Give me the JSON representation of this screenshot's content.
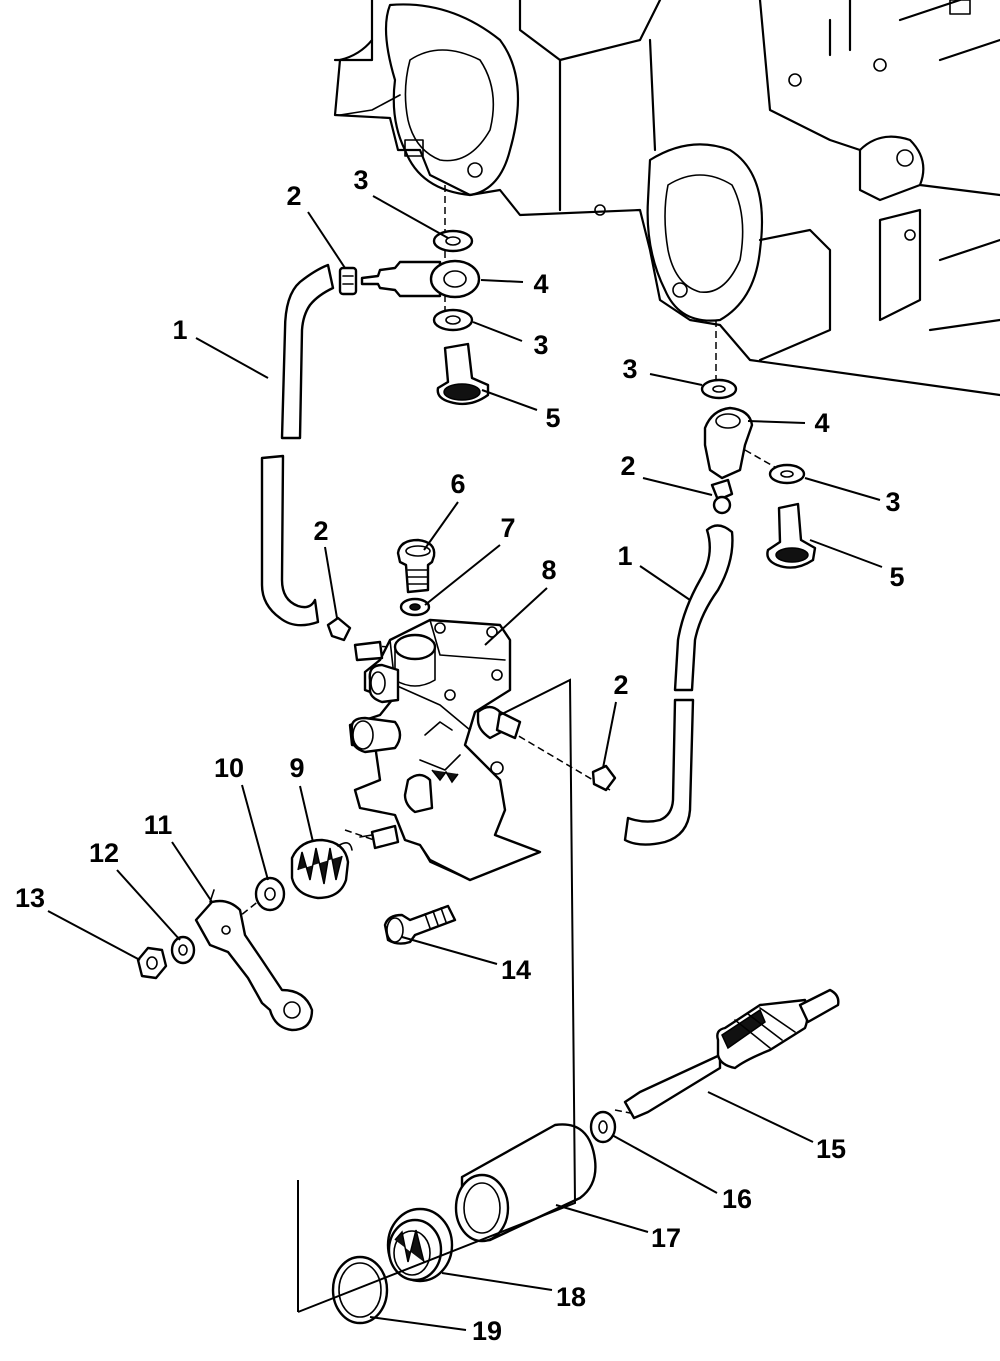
{
  "callouts": [
    {
      "id": "c1a",
      "text": "1"
    },
    {
      "id": "c1b",
      "text": "1"
    },
    {
      "id": "c2a",
      "text": "2"
    },
    {
      "id": "c2b",
      "text": "2"
    },
    {
      "id": "c2c",
      "text": "2"
    },
    {
      "id": "c2d",
      "text": "2"
    },
    {
      "id": "c3a",
      "text": "3"
    },
    {
      "id": "c3b",
      "text": "3"
    },
    {
      "id": "c3c",
      "text": "3"
    },
    {
      "id": "c3d",
      "text": "3"
    },
    {
      "id": "c4a",
      "text": "4"
    },
    {
      "id": "c4b",
      "text": "4"
    },
    {
      "id": "c5a",
      "text": "5"
    },
    {
      "id": "c5b",
      "text": "5"
    },
    {
      "id": "c6",
      "text": "6"
    },
    {
      "id": "c7",
      "text": "7"
    },
    {
      "id": "c8",
      "text": "8"
    },
    {
      "id": "c9",
      "text": "9"
    },
    {
      "id": "c10",
      "text": "10"
    },
    {
      "id": "c11",
      "text": "11"
    },
    {
      "id": "c12",
      "text": "12"
    },
    {
      "id": "c13",
      "text": "13"
    },
    {
      "id": "c14",
      "text": "14"
    },
    {
      "id": "c15",
      "text": "15"
    },
    {
      "id": "c16",
      "text": "16"
    },
    {
      "id": "c17",
      "text": "17"
    },
    {
      "id": "c18",
      "text": "18"
    },
    {
      "id": "c19",
      "text": "19"
    }
  ]
}
